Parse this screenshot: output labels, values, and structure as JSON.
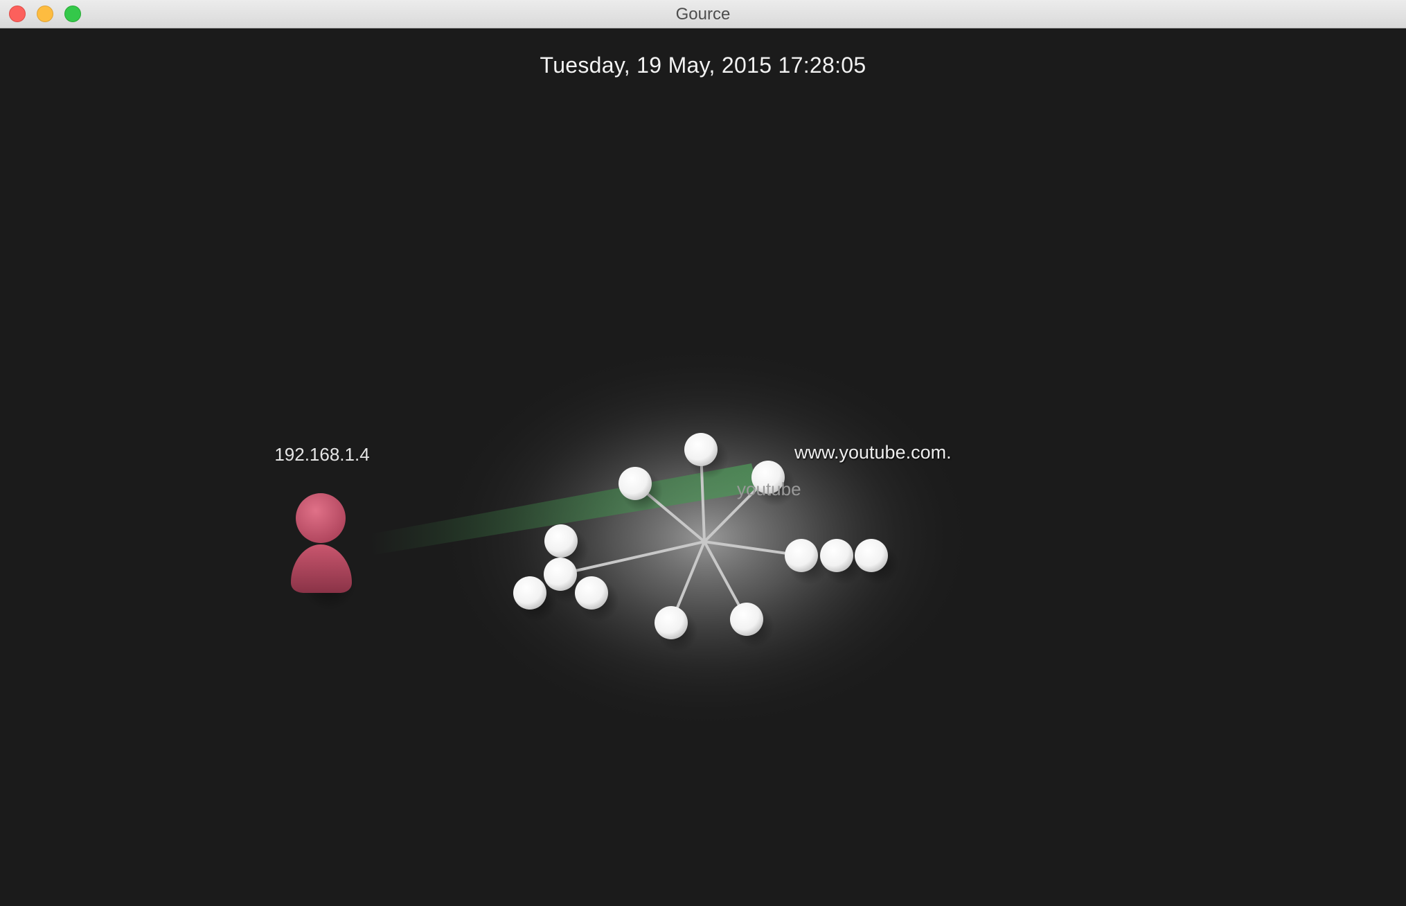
{
  "window": {
    "title": "Gource"
  },
  "visualization": {
    "datetime": "Tuesday, 19 May, 2015 17:28:05",
    "user": {
      "label": "192.168.1.4",
      "color": "#c9566e"
    },
    "domain_label": "www.youtube.com.",
    "directory_label": "youtube",
    "beam_color": "#3f8a4a",
    "file_node_color": "#ffffff",
    "edge_color": "#c8c8c8"
  }
}
